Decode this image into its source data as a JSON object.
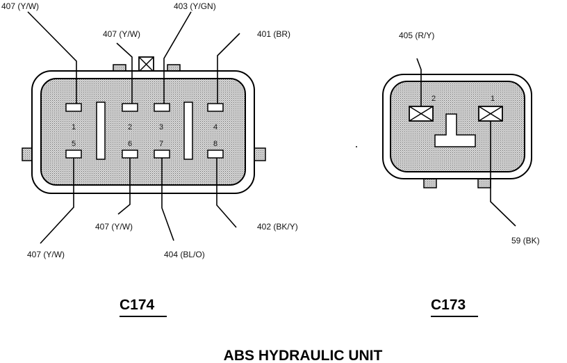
{
  "title": "ABS HYDRAULIC UNIT",
  "connectors": {
    "c174": {
      "name": "C174",
      "pins": [
        {
          "num": "1",
          "wire": "407 (Y/W)"
        },
        {
          "num": "2",
          "wire": "407 (Y/W)"
        },
        {
          "num": "3",
          "wire": "403 (Y/GN)"
        },
        {
          "num": "4",
          "wire": "401 (BR)"
        },
        {
          "num": "5",
          "wire": "407 (Y/W)"
        },
        {
          "num": "6",
          "wire": "407 (Y/W)"
        },
        {
          "num": "7",
          "wire": "404 (BL/O)"
        },
        {
          "num": "8",
          "wire": "402 (BK/Y)"
        }
      ]
    },
    "c173": {
      "name": "C173",
      "pins": [
        {
          "num": "2",
          "wire": "405 (R/Y)"
        },
        {
          "num": "1",
          "wire": "59 (BK)"
        }
      ]
    }
  }
}
